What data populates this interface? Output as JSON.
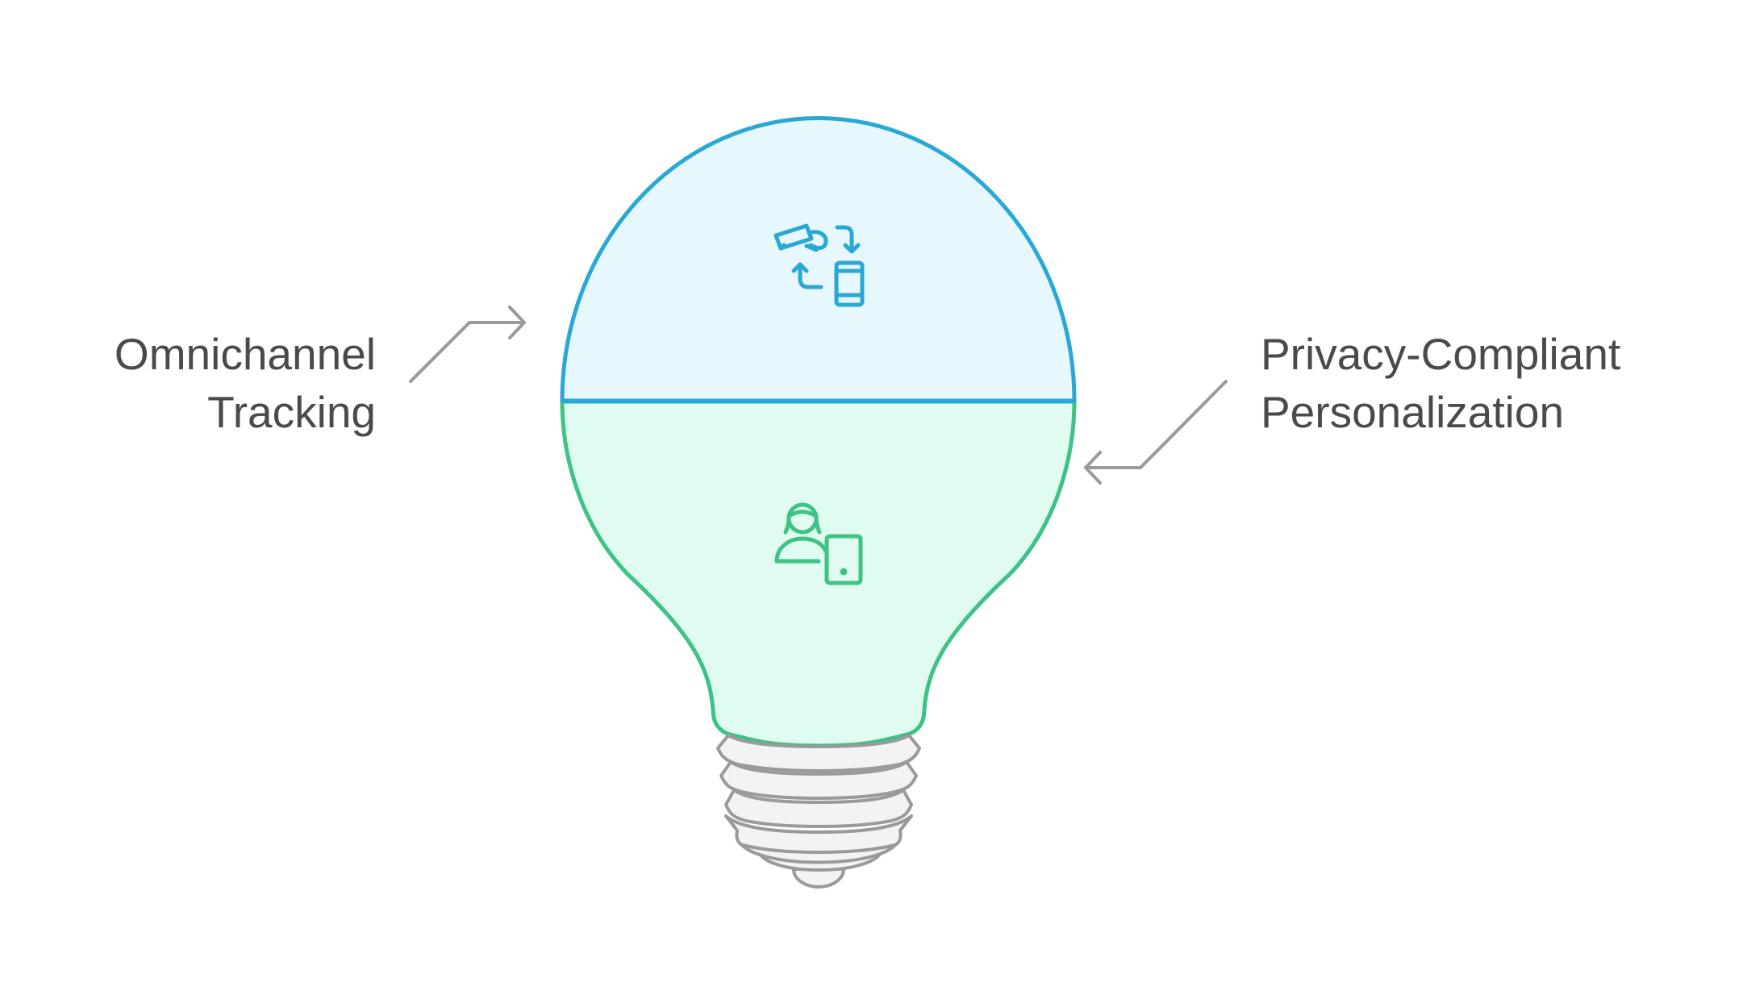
{
  "labels": {
    "left": {
      "line1": "Omnichannel",
      "line2": "Tracking"
    },
    "right": {
      "line1": "Privacy-Compliant",
      "line2": "Personalization"
    }
  },
  "colors": {
    "top_stroke": "#29a8d6",
    "top_fill": "#e6f7fd",
    "bottom_stroke": "#3ec286",
    "bottom_fill": "#e0fbef",
    "base_stroke": "#9a9a9a",
    "base_fill": "#f3f3f3",
    "arrow": "#9a9a9a",
    "text": "#4a4a4a"
  },
  "icons": {
    "top": "camera-sync-phone-icon",
    "bottom": "person-tablet-icon"
  }
}
